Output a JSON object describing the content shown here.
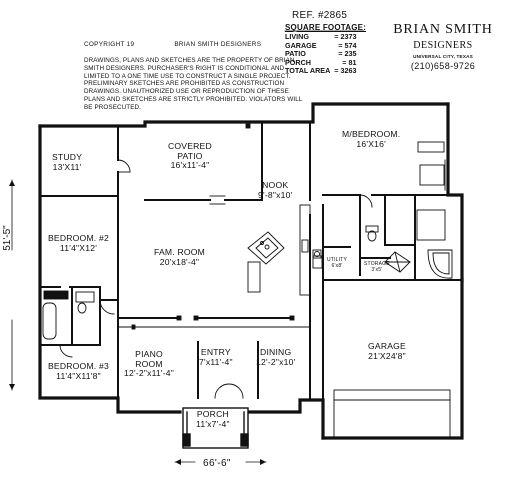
{
  "header": {
    "ref": "REF. #2865",
    "square_footage_heading": "SQUARE FOOTAGE:",
    "square_footage": [
      {
        "label": "LIVING",
        "value": "= 2373"
      },
      {
        "label": "GARAGE",
        "value": "= 574"
      },
      {
        "label": "PATIO",
        "value": "= 235"
      },
      {
        "label": "PORCH",
        "value": "= 81"
      },
      {
        "label": "TOTAL AREA",
        "value": "= 3263"
      }
    ]
  },
  "brand": {
    "name": "BRIAN SMITH",
    "subtitle": "DESIGNERS",
    "small_line": "UNIVERSAL CITY, TEXAS",
    "phone": "(210)658-9726"
  },
  "copyright": {
    "left": "COPYRIGHT 19",
    "right": "BRIAN SMITH DESIGNERS"
  },
  "disclaimer": "Drawings, plans and sketches are the property of Brian Smith Designers. Purchaser's right is conditional and limited to a one time use to construct a single project. Preliminary sketches are prohibited as construction drawings. Unauthorized use or reproduction of these plans and sketches are strictly prohibited. Violators will be prosecuted.",
  "rooms": {
    "study": {
      "name": "STUDY",
      "dims": "13'X11'"
    },
    "covered_patio": {
      "name": "COVERED",
      "name2": "PATIO",
      "dims": "16'x11'-4\""
    },
    "master_bedroom": {
      "name": "M/BEDROOM.",
      "dims": "16'X16'"
    },
    "nook": {
      "name": "NOOK",
      "dims": "9'-8\"x10'"
    },
    "bedroom2": {
      "name": "BEDROOM. #2",
      "dims": "11'4\"X12'"
    },
    "family_room": {
      "name": "FAM. ROOM",
      "dims": "20'x18'-4\""
    },
    "bedroom3": {
      "name": "BEDROOM. #3",
      "dims": "11'4\"X11'8\""
    },
    "piano_room": {
      "name": "PIANO",
      "name2": "ROOM",
      "dims": "12'-2\"x11'-4\""
    },
    "entry": {
      "name": "ENTRY",
      "dims": "7'x11'-4\""
    },
    "dining": {
      "name": "DINING",
      "dims": "12'-2\"x10'"
    },
    "garage": {
      "name": "GARAGE",
      "dims": "21'X24'8\""
    },
    "porch": {
      "name": "PORCH",
      "dims": "11'x7'-4\""
    },
    "utility": {
      "name": "UTILITY",
      "dims": "6'x8'"
    },
    "storage": {
      "name": "STORAGE",
      "dims": "3'x5'"
    }
  },
  "dimensions": {
    "depth": "51'-5\"",
    "width": "66'-6\""
  }
}
